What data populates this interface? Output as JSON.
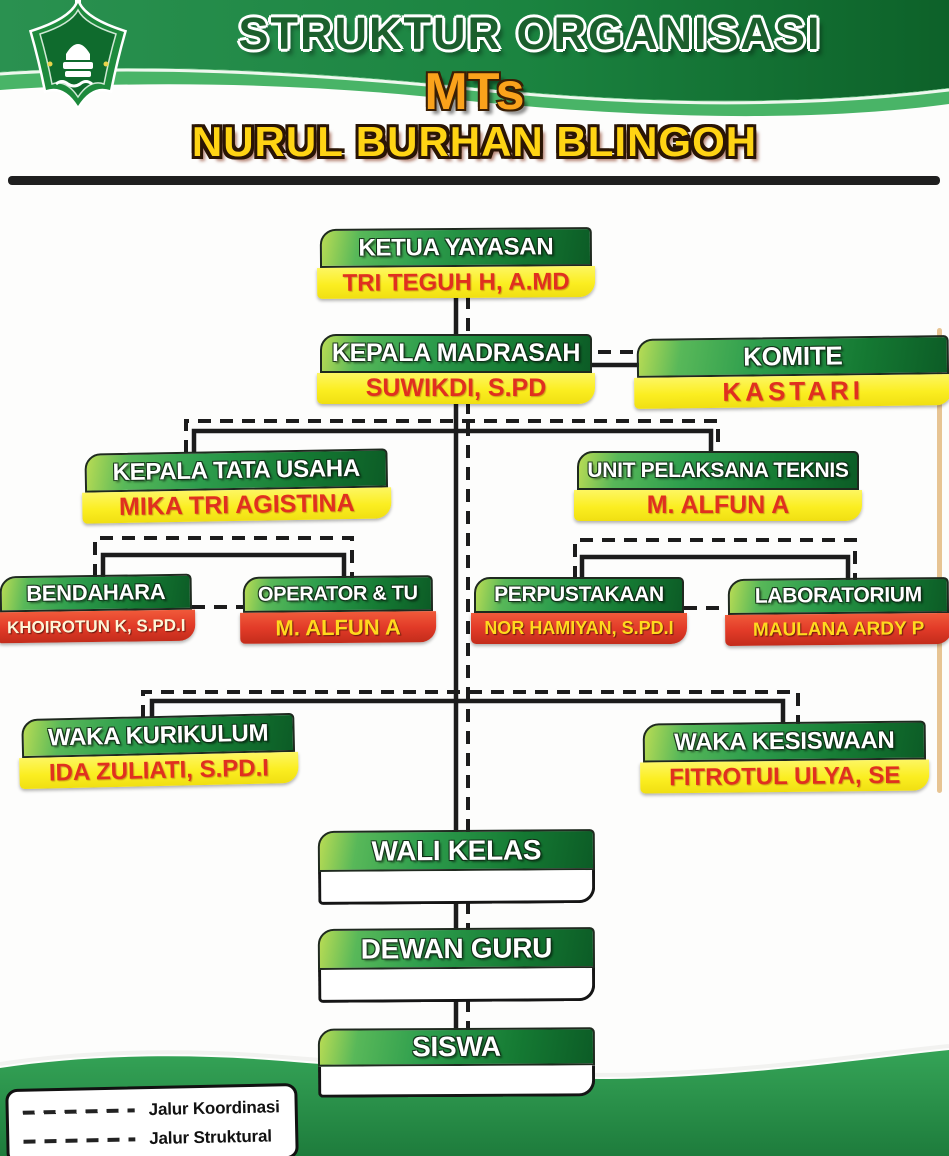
{
  "poster": {
    "title": "STRUKTUR ORGANISASI",
    "org_type": "MTs",
    "org_name": "NURUL BURHAN BLINGOH",
    "logo": "madrasah-badge-logo"
  },
  "nodes": {
    "ketua_yayasan": {
      "title": "KETUA YAYASAN",
      "name": "TRI TEGUH H, A.MD"
    },
    "kepala_madrasah": {
      "title": "KEPALA MADRASAH",
      "name": "SUWIKDI, S.PD"
    },
    "komite": {
      "title": "KOMITE",
      "name": "KASTARI"
    },
    "kepala_tata_usaha": {
      "title": "KEPALA TATA USAHA",
      "name": "MIKA TRI AGISTINA"
    },
    "unit_pelaksana_teknis": {
      "title": "UNIT PELAKSANA TEKNIS",
      "name": "M. ALFUN A"
    },
    "bendahara": {
      "title": "BENDAHARA",
      "name": "KHOIROTUN K, S.PD.I"
    },
    "operator_tu": {
      "title": "OPERATOR & TU",
      "name": "M. ALFUN A"
    },
    "perpustakaan": {
      "title": "PERPUSTAKAAN",
      "name": "NOR HAMIYAN, S.PD.I"
    },
    "laboratorium": {
      "title": "LABORATORIUM",
      "name": "MAULANA ARDY P"
    },
    "waka_kurikulum": {
      "title": "WAKA KURIKULUM",
      "name": "IDA ZULIATI, S.PD.I"
    },
    "waka_kesiswaan": {
      "title": "WAKA KESISWAAN",
      "name": "FITROTUL ULYA, SE"
    },
    "wali_kelas": {
      "title": "WALI KELAS",
      "name": ""
    },
    "dewan_guru": {
      "title": "DEWAN GURU",
      "name": ""
    },
    "siswa": {
      "title": "SISWA",
      "name": ""
    }
  },
  "legend": {
    "items": [
      {
        "label": "Jalur Koordinasi",
        "line_style": "dashed"
      },
      {
        "label": "Jalur Struktural",
        "line_style": "dashed"
      }
    ]
  },
  "colors": {
    "green_dark": "#0c5c26",
    "green_mid": "#2e9e4d",
    "green_light": "#b9dc54",
    "yellow_bar": "#fbee21",
    "red_bar": "#e23b28",
    "red_text": "#e0301f",
    "yellow_text": "#ffd91e",
    "line": "#1c1c1c"
  }
}
